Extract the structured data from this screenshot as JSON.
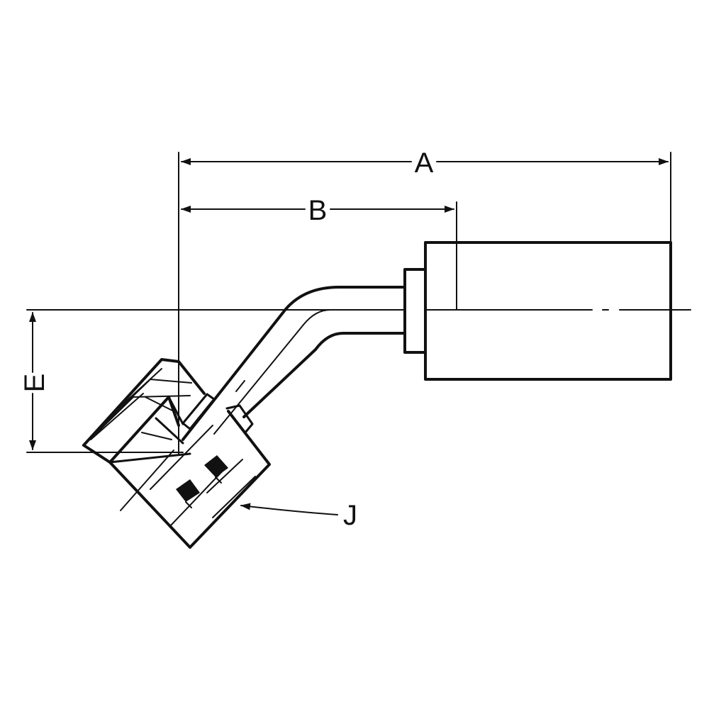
{
  "labels": {
    "A": "A",
    "B": "B",
    "E": "E",
    "J": "J"
  },
  "colors": {
    "line": "#111111",
    "background": "#ffffff"
  }
}
